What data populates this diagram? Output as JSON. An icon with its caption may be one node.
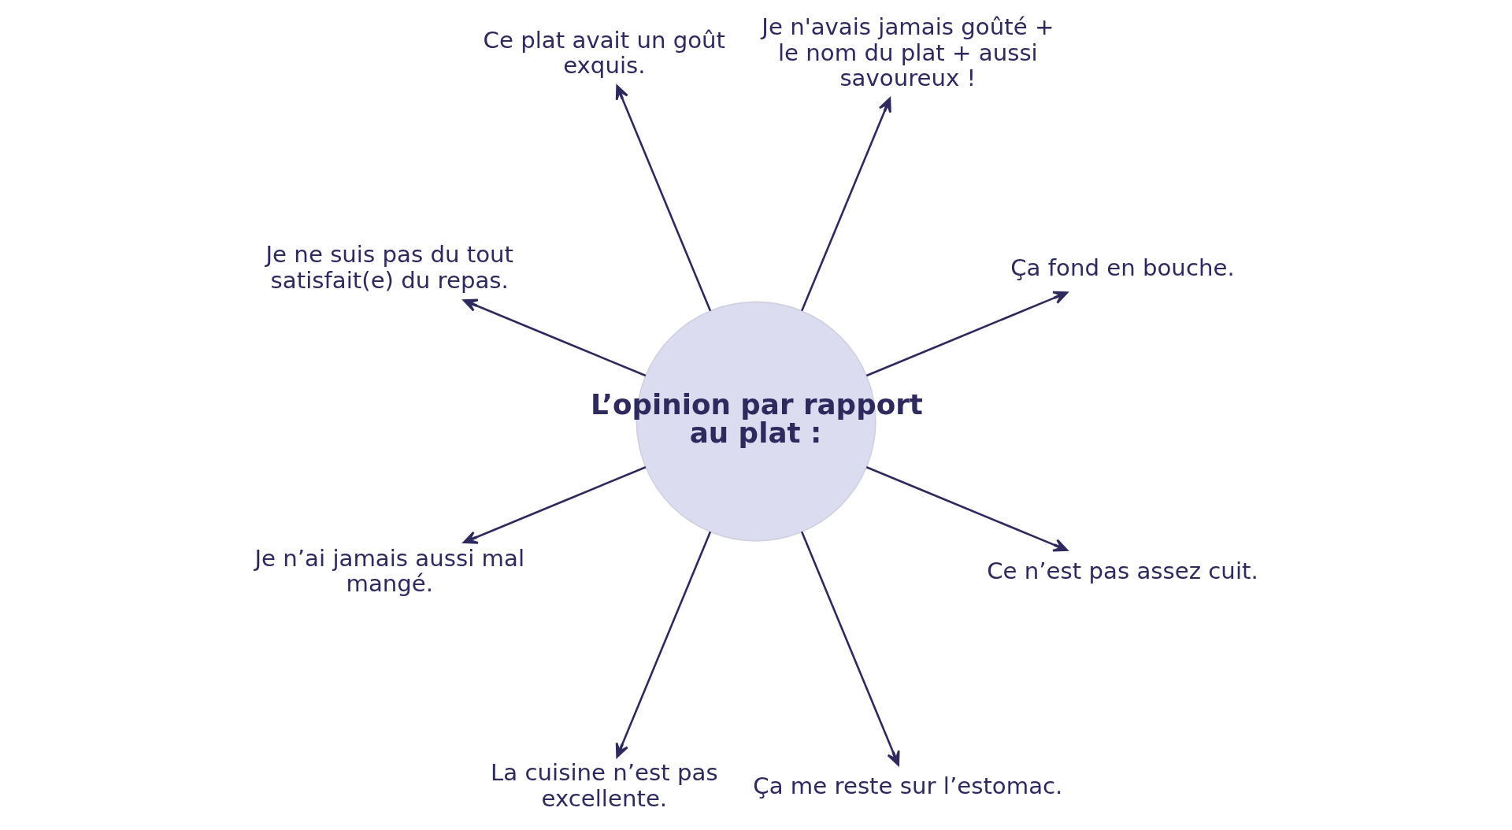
{
  "diagram": {
    "nodes": [
      {
        "text": [
          "L’opinion par rapport au plat :"
        ]
      },
      {
        "text": [
          "Ça fond en bouche."
        ]
      },
      {
        "text": [
          "Je n'avais jamais goûté + le nom du plat + aussi savoureux !"
        ]
      },
      {
        "text": [
          "Ce plat avait un goût exquis."
        ]
      },
      {
        "text": [
          "Je ne suis pas du tout satisfait(e) du repas."
        ]
      },
      {
        "text": [
          "Je n’ai jamais aussi mal mangé."
        ]
      },
      {
        "text": [
          "La cuisine n’est pas excellente."
        ]
      },
      {
        "text": [
          "Ça me reste sur l’estomac."
        ]
      },
      {
        "text": [
          "Ce n’est pas assez cuit."
        ]
      }
    ],
    "edges": [
      {
        "from": 0,
        "to": 1,
        "arrow": "to"
      },
      {
        "from": 0,
        "to": 2,
        "arrow": "to"
      },
      {
        "from": 0,
        "to": 3,
        "arrow": "to"
      },
      {
        "from": 0,
        "to": 4,
        "arrow": "to"
      },
      {
        "from": 0,
        "to": 5,
        "arrow": "to"
      },
      {
        "from": 0,
        "to": 6,
        "arrow": "to"
      },
      {
        "from": 0,
        "to": 7,
        "arrow": "to"
      },
      {
        "from": 0,
        "to": 8,
        "arrow": "to"
      }
    ]
  }
}
